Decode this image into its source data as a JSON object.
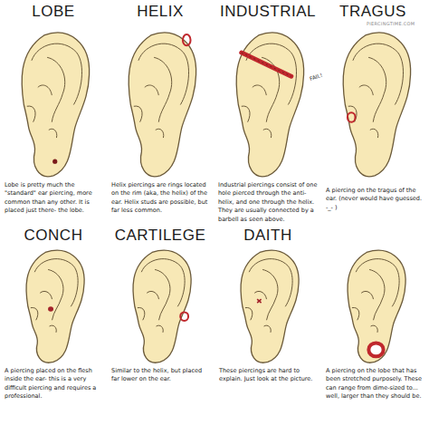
{
  "diagram": {
    "labels": [
      "LOBE",
      "HELIX",
      "INDUSTRIAL",
      "TRAGUS",
      "PIERCINGTIME.COM",
      "FAIL!",
      "Lobe is pretty much the \"standard\" ear piercing, more common than any other. It is placed just there- the lobe.",
      "Helix piercings are rings located on the rim (aka, the helix) of the ear. Helix studs are possible, but far less common.",
      "Industrial piercings consist of one hole pierced through the anti-helix, and one through the helix. They are usually connected by a barbell as seen above.",
      "A piercing on the tragus of the ear. (never would have guessed. -_- )",
      "CONCH",
      "CARTILEGE",
      "DAITH",
      "A piercing placed on the flesh inside the ear- this is a very difficult piercing and requires a professional.",
      "Similar to the helix, but placed far lower on the ear.",
      "These piercings are hard to explain. Just look at the picture.",
      "A piercing on the lobe that has been stretched purposely. These can range from dime-sized to... well, larger than they should be."
    ]
  }
}
